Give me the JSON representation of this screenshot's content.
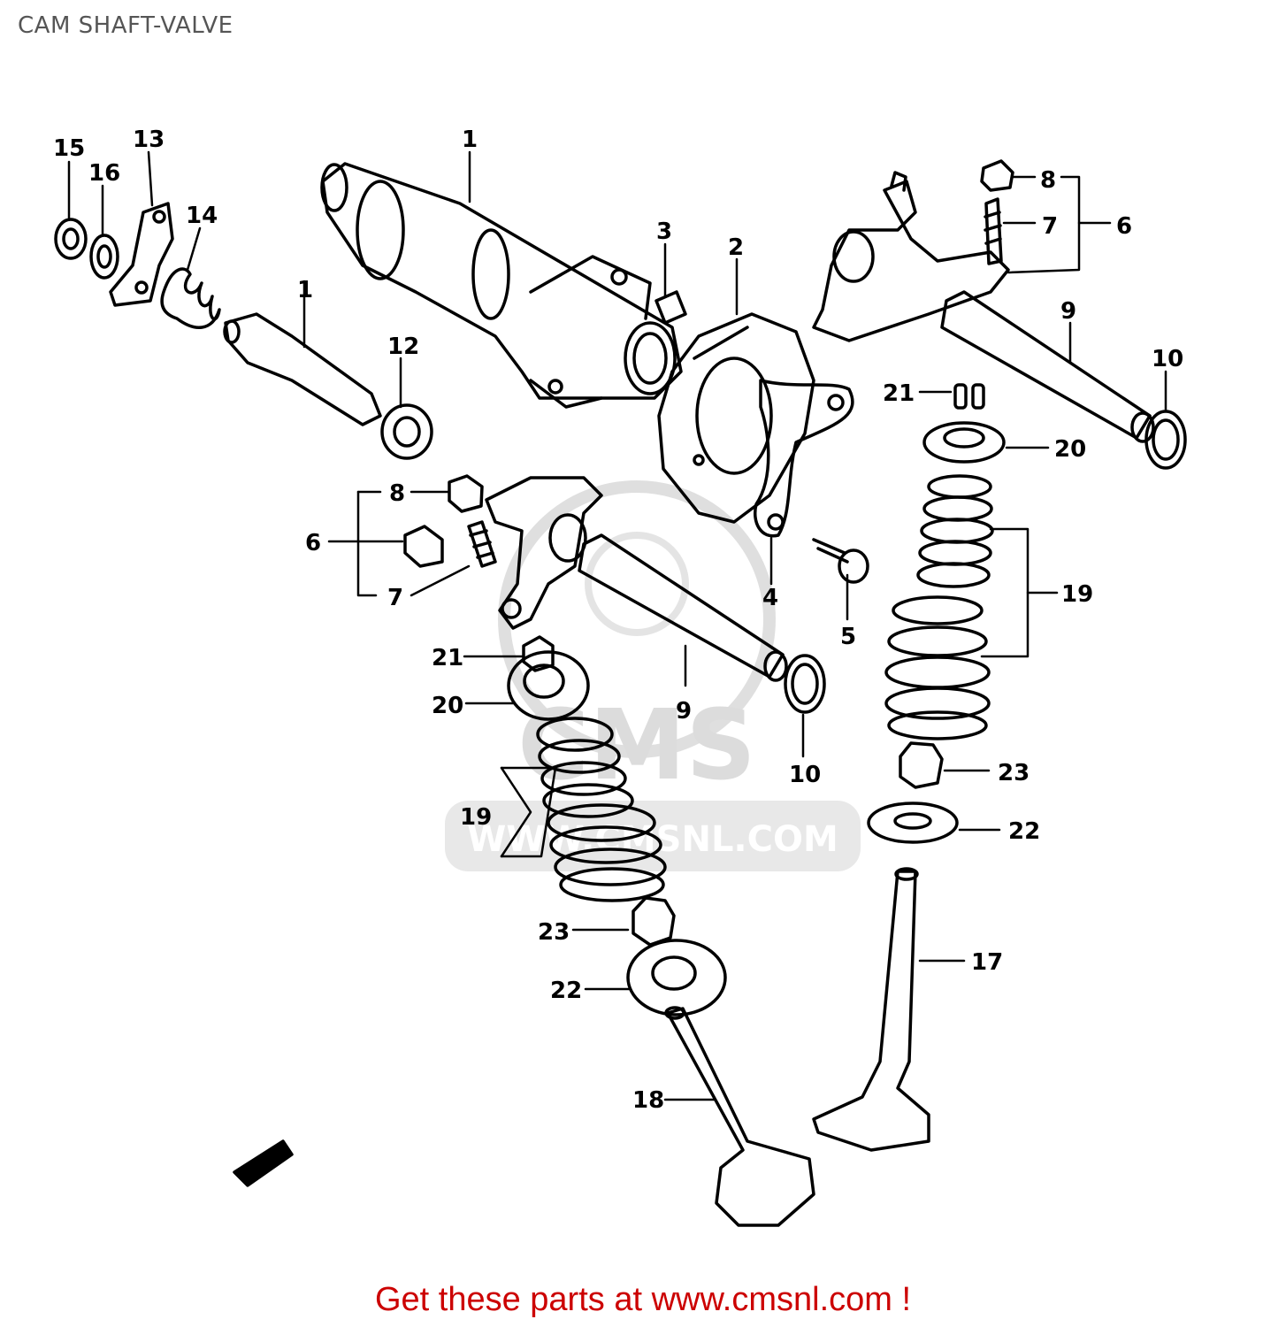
{
  "page": {
    "title": "CAM SHAFT-VALVE",
    "footer": "Get these parts at www.cmsnl.com !"
  },
  "watermark": {
    "brand": "CMS",
    "url": "WWW.CMSNL.COM"
  },
  "colors": {
    "title": "#555555",
    "footer": "#cc0000",
    "line": "#000000",
    "watermark": "#d9d9d9"
  },
  "callouts": [
    {
      "id": "c1",
      "label": "1"
    },
    {
      "id": "c1b",
      "label": "1"
    },
    {
      "id": "c2",
      "label": "2"
    },
    {
      "id": "c3",
      "label": "3"
    },
    {
      "id": "c4",
      "label": "4"
    },
    {
      "id": "c5",
      "label": "5"
    },
    {
      "id": "c6a",
      "label": "6"
    },
    {
      "id": "c6b",
      "label": "6"
    },
    {
      "id": "c7a",
      "label": "7"
    },
    {
      "id": "c7b",
      "label": "7"
    },
    {
      "id": "c8a",
      "label": "8"
    },
    {
      "id": "c8b",
      "label": "8"
    },
    {
      "id": "c9a",
      "label": "9"
    },
    {
      "id": "c9b",
      "label": "9"
    },
    {
      "id": "c10a",
      "label": "10"
    },
    {
      "id": "c10b",
      "label": "10"
    },
    {
      "id": "c12",
      "label": "12"
    },
    {
      "id": "c13",
      "label": "13"
    },
    {
      "id": "c14",
      "label": "14"
    },
    {
      "id": "c15",
      "label": "15"
    },
    {
      "id": "c16",
      "label": "16"
    },
    {
      "id": "c17",
      "label": "17"
    },
    {
      "id": "c18",
      "label": "18"
    },
    {
      "id": "c19a",
      "label": "19"
    },
    {
      "id": "c19b",
      "label": "19"
    },
    {
      "id": "c20a",
      "label": "20"
    },
    {
      "id": "c20b",
      "label": "20"
    },
    {
      "id": "c21a",
      "label": "21"
    },
    {
      "id": "c21b",
      "label": "21"
    },
    {
      "id": "c22a",
      "label": "22"
    },
    {
      "id": "c22b",
      "label": "22"
    },
    {
      "id": "c23a",
      "label": "23"
    },
    {
      "id": "c23b",
      "label": "23"
    }
  ]
}
